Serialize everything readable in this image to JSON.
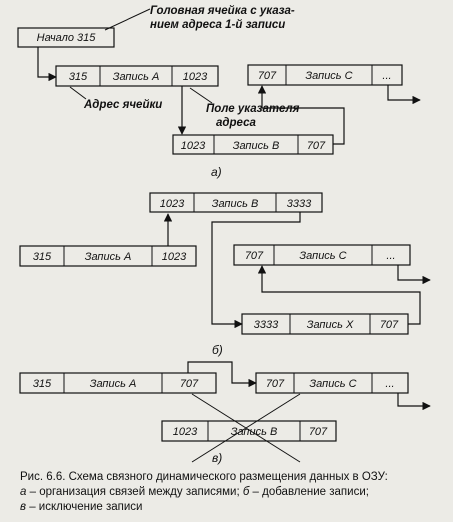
{
  "diagram": {
    "head_note": "Головная ячейка с указа-\nнием адреса 1-й записи",
    "head_cell": "Начало 315",
    "label_cell_address": "Адрес ячейки",
    "label_pointer_field": "Поле указателя\nадреса",
    "ellipsis": "...",
    "panels": {
      "a": "а)",
      "b": "б)",
      "v": "в)"
    },
    "a": {
      "recA": [
        "315",
        "Запись А",
        "1023"
      ],
      "recC": [
        "707",
        "Запись С",
        "..."
      ],
      "recB": [
        "1023",
        "Запись В",
        "707"
      ]
    },
    "b": {
      "recB": [
        "1023",
        "Запись В",
        "3333"
      ],
      "recA": [
        "315",
        "Запись А",
        "1023"
      ],
      "recC": [
        "707",
        "Запись С",
        "..."
      ],
      "recX": [
        "3333",
        "Запись X",
        "707"
      ]
    },
    "v": {
      "recA": [
        "315",
        "Запись А",
        "707"
      ],
      "recC": [
        "707",
        "Запись С",
        "..."
      ],
      "recB": [
        "1023",
        "Запись В",
        "707"
      ]
    }
  },
  "caption": {
    "line1": "Рис. 6.6. Схема связного динамического размещения данных в ОЗУ:",
    "a_letter": "а",
    "a_text": " – организация связей между записями; ",
    "b_letter": "б",
    "b_text": " – добавление записи;",
    "v_letter": "в",
    "v_text": " – исключение записи"
  }
}
